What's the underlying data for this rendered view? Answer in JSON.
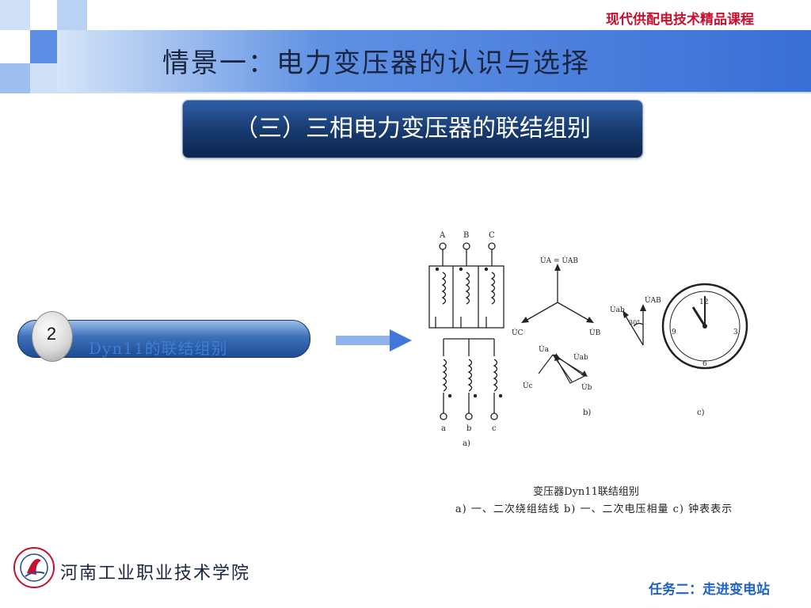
{
  "header": {
    "course_name": "现代供配电技术精品课程",
    "page_title": "情景一：电力变压器的认识与选择"
  },
  "section": {
    "title": "（三）三相电力变压器的联结组别"
  },
  "item": {
    "number": "2",
    "label": "Dyn11的联结组别"
  },
  "diagram": {
    "primary_terminals": [
      "A",
      "B",
      "C"
    ],
    "secondary_terminals": [
      "a",
      "b",
      "c"
    ],
    "part_labels": [
      "a)",
      "b)",
      "c)"
    ],
    "phasor_labels": {
      "UA_eq": "U̇A = U̇AB",
      "UB": "U̇B",
      "UC": "U̇C",
      "Ua": "U̇a",
      "Uab": "U̇ab",
      "Ub": "U̇b",
      "Uc": "U̇c",
      "UAB": "U̇AB",
      "Uab2": "U̇ab",
      "angle": "30°"
    },
    "clock_numbers": [
      "12",
      "3",
      "6",
      "9"
    ]
  },
  "caption": {
    "line1": "变压器Dyn11联结组别",
    "line2": "a) 一、二次绕组结线 b) 一、二次电压相量 c) 钟表表示"
  },
  "footer": {
    "school_name": "河南工业职业技术学院",
    "task_label": "任务二：走进变电站"
  }
}
